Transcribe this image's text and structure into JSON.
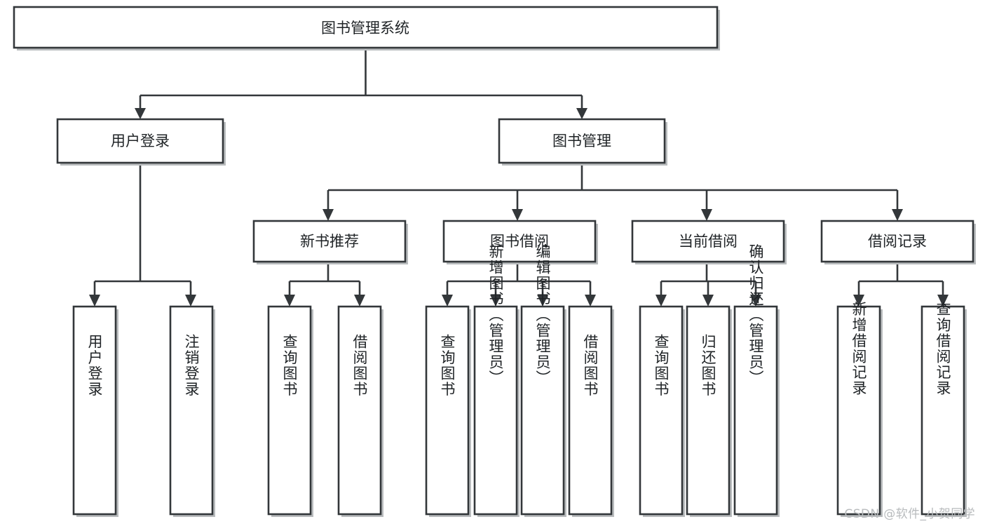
{
  "diagram": {
    "type": "tree-hierarchy",
    "title": "图书管理系统",
    "orientation": "top-down",
    "colors": {
      "box_stroke": "#33373a",
      "box_fill": "#ffffff",
      "text": "#1f2326",
      "connector": "#33373a",
      "shadow": "#b9bcbe",
      "watermark": "#b8bbbd",
      "background": "#ffffff"
    },
    "root": {
      "label": "图书管理系统"
    },
    "level2": [
      {
        "label": "用户登录"
      },
      {
        "label": "图书管理"
      }
    ],
    "level3": [
      {
        "label": "新书推荐"
      },
      {
        "label": "图书借阅"
      },
      {
        "label": "当前借阅"
      },
      {
        "label": "借阅记录"
      }
    ],
    "leaves": {
      "user_login": [
        {
          "label": "用户登录"
        },
        {
          "label": "注销登录"
        }
      ],
      "new_book": [
        {
          "label": "查询图书"
        },
        {
          "label": "借阅图书"
        }
      ],
      "book_borrow": [
        {
          "label": "查询图书"
        },
        {
          "label": "新增图书（管理员）"
        },
        {
          "label": "编辑图书（管理员）"
        },
        {
          "label": "借阅图书"
        }
      ],
      "current_borrow": [
        {
          "label": "查询图书"
        },
        {
          "label": "归还图书"
        },
        {
          "label": "确认归还（管理员）"
        }
      ],
      "borrow_record": [
        {
          "label": "新增借阅记录"
        },
        {
          "label": "查询借阅记录"
        }
      ]
    }
  },
  "watermark": {
    "text": "CSDN @软件_小贺同学"
  }
}
